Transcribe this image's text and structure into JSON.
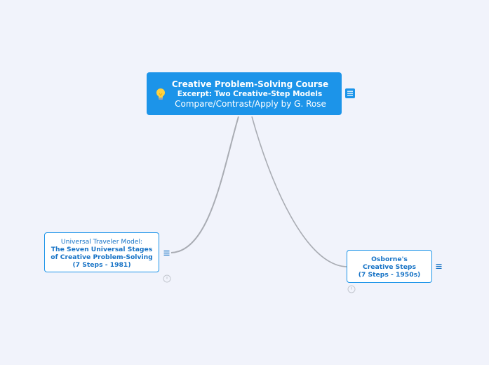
{
  "colors": {
    "background": "#f1f3fb",
    "accent": "#1c94e9",
    "sub_text": "#1773c6",
    "connector": "#a9acb3"
  },
  "central": {
    "line1": "Creative Problem-Solving Course",
    "line2": "Excerpt: Two Creative-Step Models",
    "line3": "Compare/Contrast/Apply by G. Rose",
    "icon": "lightbulb-icon"
  },
  "left_topic": {
    "lines": [
      "Universal Traveler Model:",
      "The Seven Universal Stages",
      "of Creative Problem-Solving",
      "(7 Steps - 1981)"
    ],
    "icons": [
      "menu-icon",
      "clock-icon"
    ]
  },
  "right_topic": {
    "lines": [
      "Osborne's",
      "Creative Steps",
      "(7 Steps - 1950s)"
    ],
    "icons": [
      "menu-icon",
      "clock-icon"
    ]
  }
}
